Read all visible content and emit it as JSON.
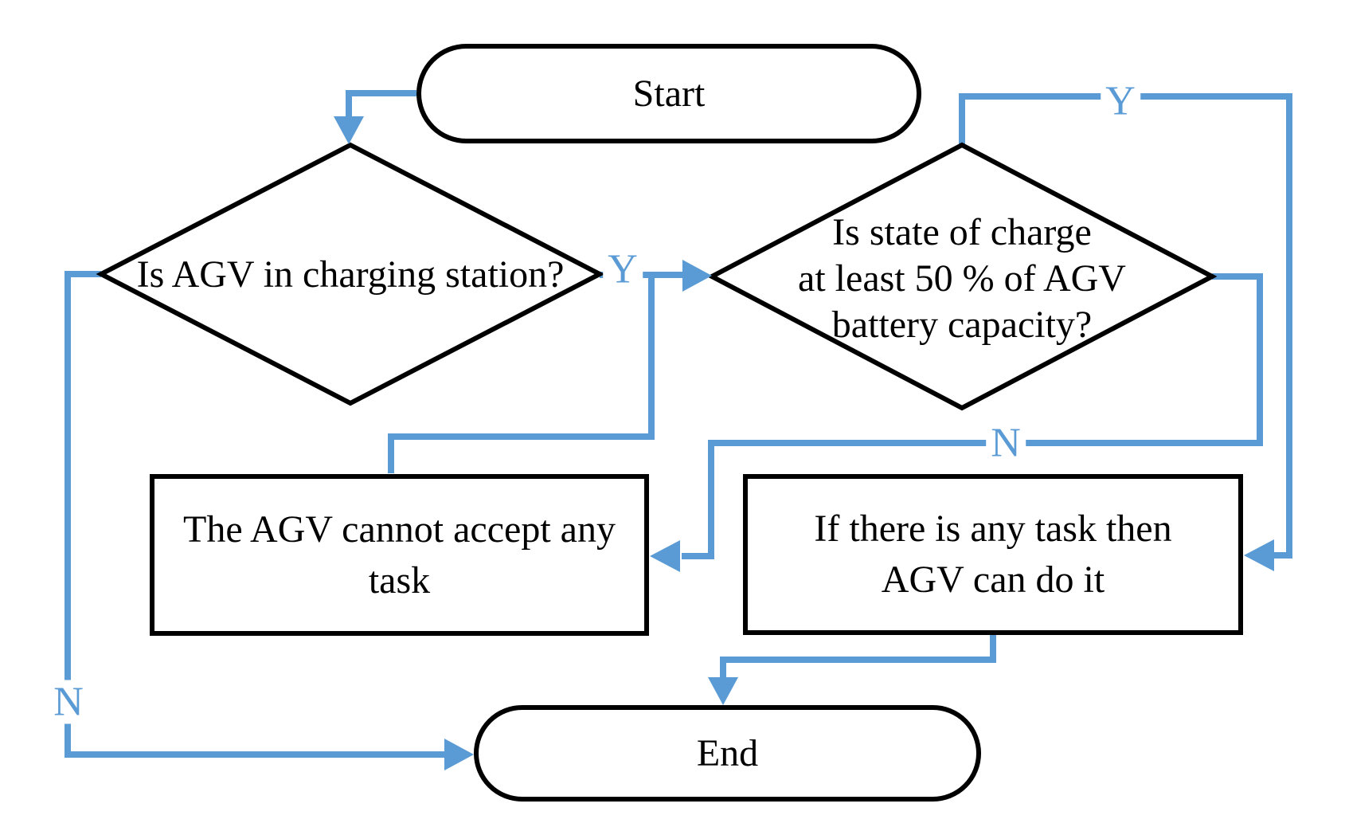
{
  "colors": {
    "accent_blue": "#5B9BD5",
    "line_black": "#000000",
    "background": "#FFFFFF"
  },
  "nodes": {
    "start": {
      "shape": "terminator",
      "label": "Start"
    },
    "decision_charging_station": {
      "shape": "decision",
      "lines": [
        "Is AGV in charging station?"
      ]
    },
    "decision_state_of_charge": {
      "shape": "decision",
      "lines": [
        "Is state of charge",
        "at least 50 % of AGV",
        "battery capacity?"
      ]
    },
    "process_cannot_accept_task": {
      "shape": "process",
      "lines": [
        "The AGV cannot accept any",
        "task"
      ]
    },
    "process_can_do_task": {
      "shape": "process",
      "lines": [
        "If there is any task then",
        "AGV can do it"
      ]
    },
    "end": {
      "shape": "terminator",
      "label": "End"
    }
  },
  "edges": {
    "start_to_charging_decision": {
      "from": "start",
      "to": "decision_charging_station",
      "label": ""
    },
    "charging_yes_to_soc_decision": {
      "from": "decision_charging_station",
      "to": "decision_state_of_charge",
      "label": "Y"
    },
    "charging_yes_branch_to_cannot_accept": {
      "from": "decision_charging_station",
      "to": "process_cannot_accept_task",
      "label": ""
    },
    "charging_no_to_end": {
      "from": "decision_charging_station",
      "to": "end",
      "label": "N"
    },
    "soc_yes_to_can_do": {
      "from": "decision_state_of_charge",
      "to": "process_can_do_task",
      "label": "Y"
    },
    "soc_no_to_cannot_accept": {
      "from": "decision_state_of_charge",
      "to": "process_cannot_accept_task",
      "label": "N"
    },
    "can_do_to_end": {
      "from": "process_can_do_task",
      "to": "end",
      "label": ""
    }
  }
}
